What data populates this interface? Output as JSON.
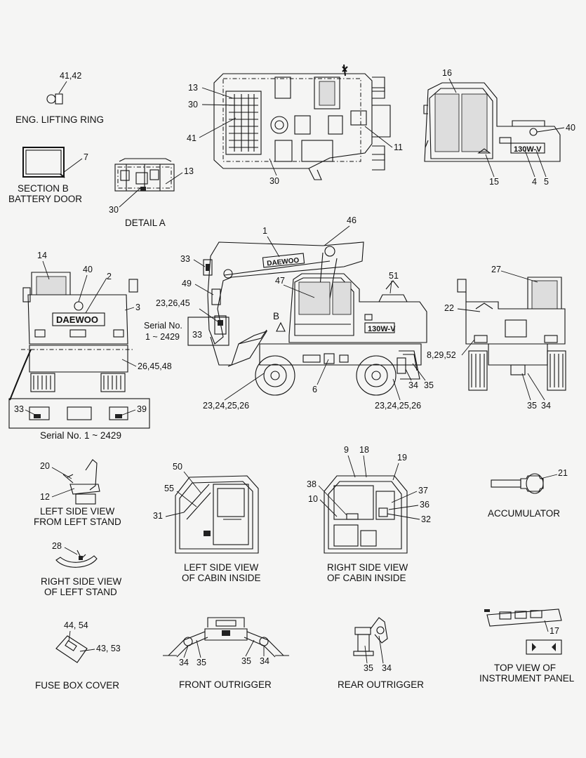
{
  "captions": {
    "eng_lifting_ring": "ENG. LIFTING RING",
    "section_b_1": "SECTION  B",
    "section_b_2": "BATTERY DOOR",
    "detail_a": "DETAIL  A",
    "serial_no_box_1": "Serial No.",
    "serial_no_box_2": "1 ~ 2429",
    "serial_no_bottom": "Serial No. 1 ~ 2429",
    "left_side_view_1": "LEFT SIDE VIEW",
    "left_side_view_2": "FROM LEFT STAND",
    "right_side_view_stand_1": "RIGHT SIDE VIEW",
    "right_side_view_stand_2": "OF LEFT STAND",
    "cabin_left_1": "LEFT SIDE VIEW",
    "cabin_left_2": "OF CABIN INSIDE",
    "cabin_right_1": "RIGHT SIDE VIEW",
    "cabin_right_2": "OF CABIN INSIDE",
    "accumulator": "ACCUMULATOR",
    "fuse_box_cover": "FUSE BOX COVER",
    "front_outrigger": "FRONT OUTRIGGER",
    "rear_outrigger": "REAR OUTRIGGER",
    "instrument_1": "TOP VIEW OF",
    "instrument_2": "INSTRUMENT PANEL",
    "view_b": "B"
  },
  "decal_text": {
    "brand": "DAEWOO",
    "model": "130W-V"
  },
  "callouts": {
    "c41_42": "41,42",
    "c7": "7",
    "c13a": "13",
    "c30a": "30",
    "c13b": "13",
    "c30b": "30",
    "c41": "41",
    "c11": "11",
    "c30c": "30",
    "c16": "16",
    "c40a": "40",
    "c15": "15",
    "c4": "4",
    "c5": "5",
    "c14": "14",
    "c40b": "40",
    "c2": "2",
    "c3": "3",
    "c26_45_48": "26,45,48",
    "c33a": "33",
    "c39": "39",
    "c1": "1",
    "c46": "46",
    "c33b": "33",
    "c49": "49",
    "c23_26_45": "23,26,45",
    "c33c": "33",
    "c47": "47",
    "c51": "51",
    "c6": "6",
    "c23_24_25_26_a": "23,24,25,26",
    "c34a": "34",
    "c35a": "35",
    "c23_24_25_26_b": "23,24,25,26",
    "c27": "27",
    "c22": "22",
    "c8_29_52": "8,29,52",
    "c35b": "35",
    "c34b": "34",
    "c20": "20",
    "c12": "12",
    "c28": "28",
    "c50": "50",
    "c55": "55",
    "c31": "31",
    "c9": "9",
    "c18": "18",
    "c19": "19",
    "c38": "38",
    "c10": "10",
    "c37": "37",
    "c36": "36",
    "c32": "32",
    "c21": "21",
    "c44_54": "44, 54",
    "c43_53": "43, 53",
    "c34c": "34",
    "c35c": "35",
    "c35d": "35",
    "c34d": "34",
    "c35e": "35",
    "c34e": "34",
    "c17": "17"
  }
}
